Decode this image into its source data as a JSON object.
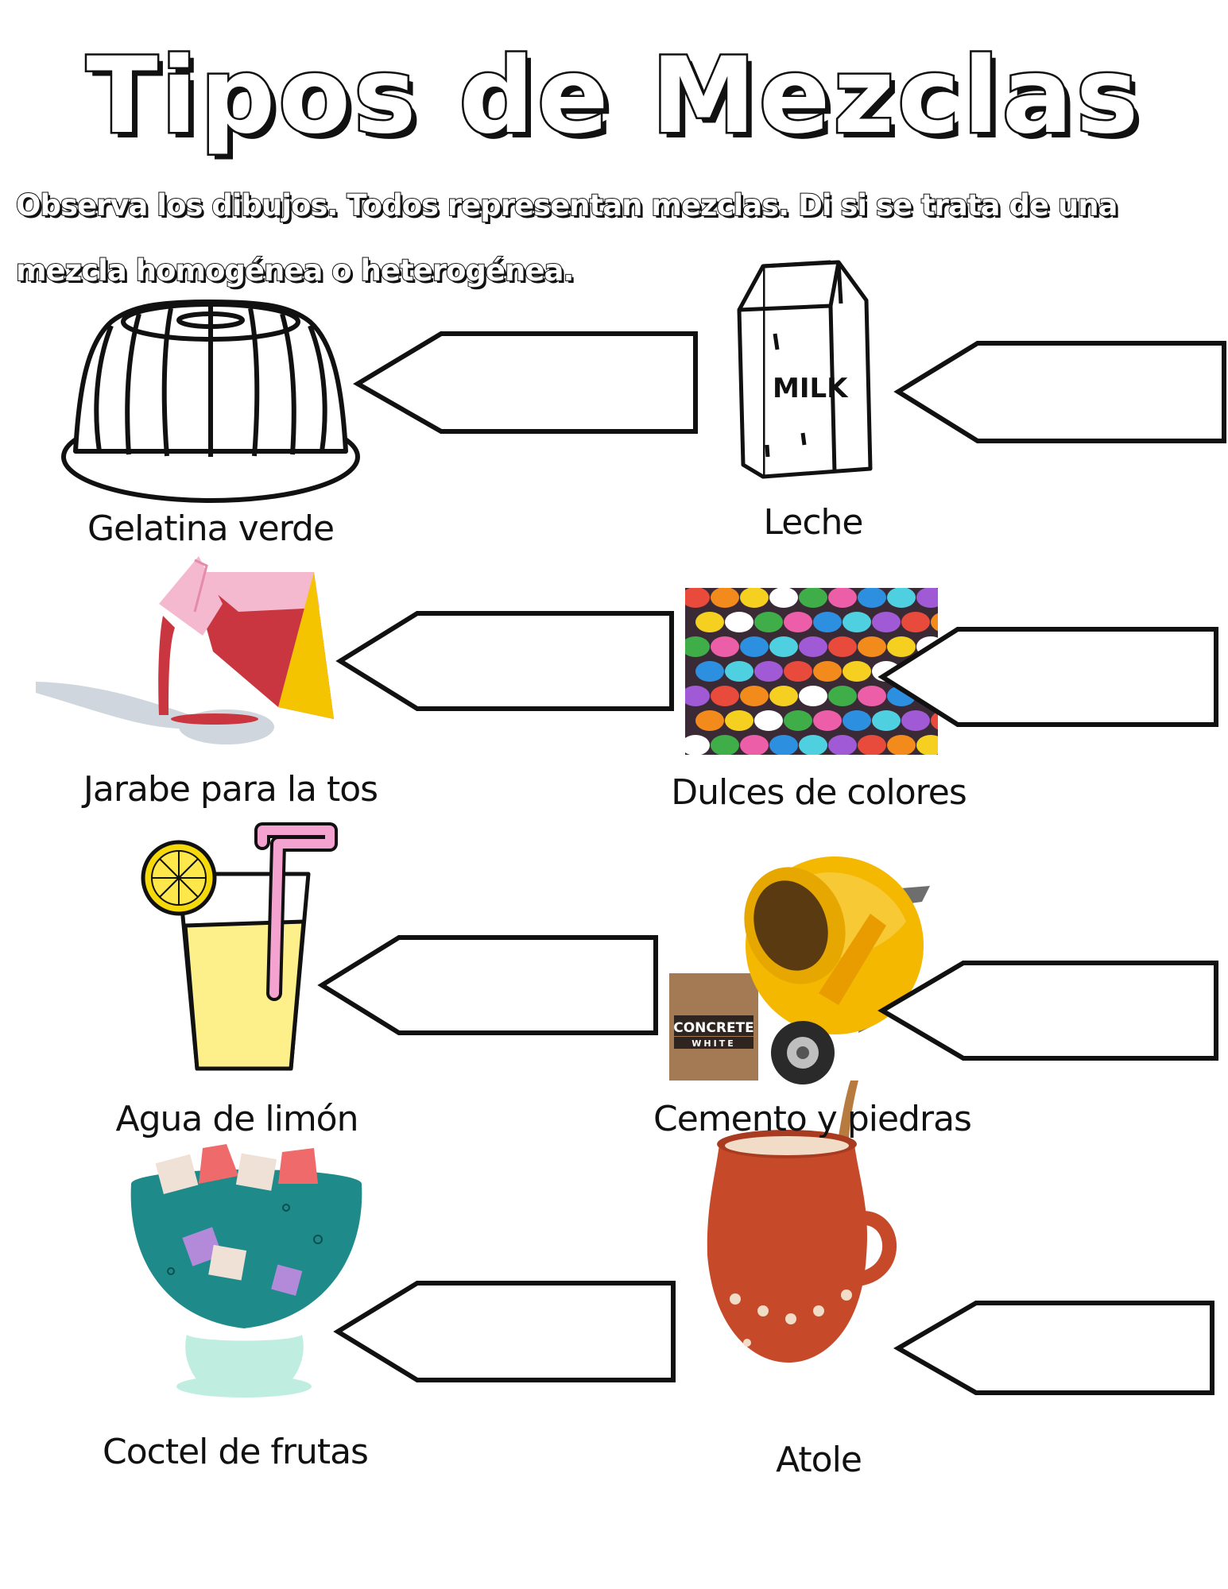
{
  "title": "Tipos de Mezclas",
  "instructions": "Observa los dibujos. Todos representan mezclas. Di si se trata de una mezcla homogénea o heterogénea.",
  "items": [
    {
      "label": "Gelatina verde",
      "icon": "gelatin-mold-icon"
    },
    {
      "label": "Leche",
      "icon": "milk-carton-icon"
    },
    {
      "label": "Jarabe para la tos",
      "icon": "cough-syrup-icon"
    },
    {
      "label": "Dulces de colores",
      "icon": "colored-candies-icon"
    },
    {
      "label": "Agua de limón",
      "icon": "lemonade-glass-icon"
    },
    {
      "label": "Cemento y piedras",
      "icon": "cement-mixer-icon"
    },
    {
      "label": "Coctel de frutas",
      "icon": "fruit-cocktail-icon"
    },
    {
      "label": "Atole",
      "icon": "atole-mug-icon"
    }
  ],
  "milk_text": "MILK",
  "bag_text_1": "CONCRETE",
  "bag_text_2": "WHITE",
  "colors": {
    "text": "#111111",
    "syrup": "#c9363f",
    "lemonade": "#fdf08a",
    "bowl": "#1f8a8a",
    "mug": "#c64a2a",
    "mixer": "#f5b800"
  }
}
